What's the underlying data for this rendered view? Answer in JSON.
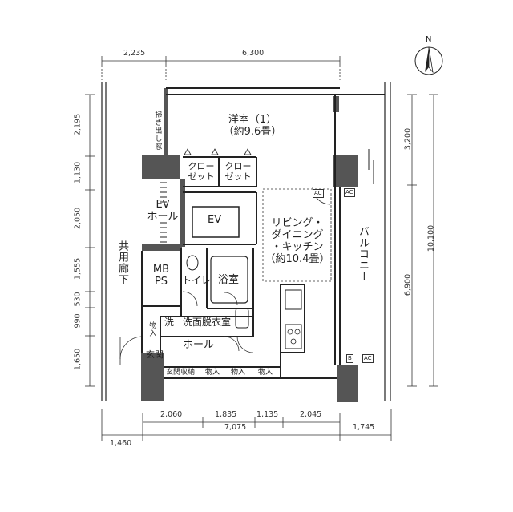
{
  "dimensions": {
    "top": [
      "2,235",
      "6,300"
    ],
    "bottom_row1": [
      "2,060",
      "1,835",
      "1,135",
      "2,045"
    ],
    "bottom_row2": [
      "1,460",
      "7,075",
      "1,745"
    ],
    "left": [
      "2,195",
      "1,130",
      "2,050",
      "1,555",
      "530",
      "990",
      "1,650"
    ],
    "right_inner": [
      "3,200",
      "6,900"
    ],
    "right_outer": "10,100"
  },
  "rooms": {
    "western_room_line1": "洋室（1）",
    "western_room_line2": "（約9.6畳）",
    "closet1_line1": "クロー",
    "closet1_line2": "ゼット",
    "closet2_line1": "クロー",
    "closet2_line2": "ゼット",
    "storage_out": "掃き出し窓",
    "ev_hall_line1": "EV",
    "ev_hall_line2": "ホール",
    "ev": "EV",
    "ldk_line1": "リビング・",
    "ldk_line2": "ダイニング",
    "ldk_line3": "・キッチン",
    "ldk_line4": "（約10.4畳）",
    "balcony": "バルコニー",
    "corridor": "共用廊下",
    "mbps_line1": "MB",
    "mbps_line2": "PS",
    "toilet": "トイレ",
    "bath": "浴室",
    "wash": "洗",
    "washroom": "洗面脱衣室",
    "hall": "ホール",
    "entrance": "玄関",
    "storage_in": "物入",
    "entrance_storage": "玄関収納",
    "storage1": "物入",
    "storage2": "物入",
    "storage3": "物入"
  },
  "tags": {
    "ac1": "AC",
    "ac2": "AC",
    "ac3": "AC",
    "b": "B"
  },
  "compass": {
    "north": "N"
  }
}
